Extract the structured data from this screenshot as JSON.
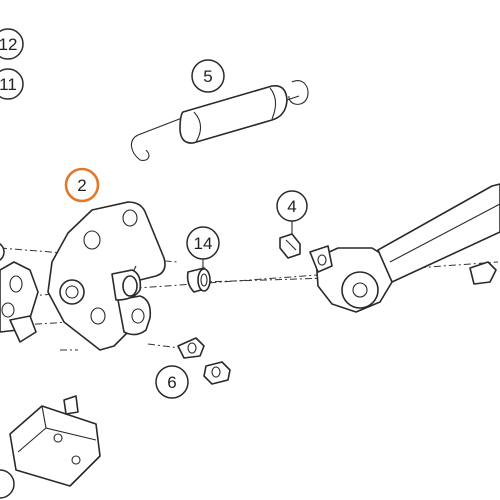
{
  "callouts": {
    "c12": {
      "label": "12"
    },
    "c11": {
      "label": "11"
    },
    "c5": {
      "label": "5"
    },
    "c2": {
      "label": "2",
      "highlight": true
    },
    "c4": {
      "label": "4"
    },
    "c14": {
      "label": "14"
    },
    "c6": {
      "label": "6"
    }
  },
  "colors": {
    "line": "#2a2a2a",
    "highlight": "#e2782a",
    "background": "#ffffff"
  },
  "parts": [
    "spring",
    "bracket-plate",
    "side-stand-leg",
    "pivot-bolt",
    "bushing",
    "screw",
    "nut",
    "sensor-block"
  ]
}
